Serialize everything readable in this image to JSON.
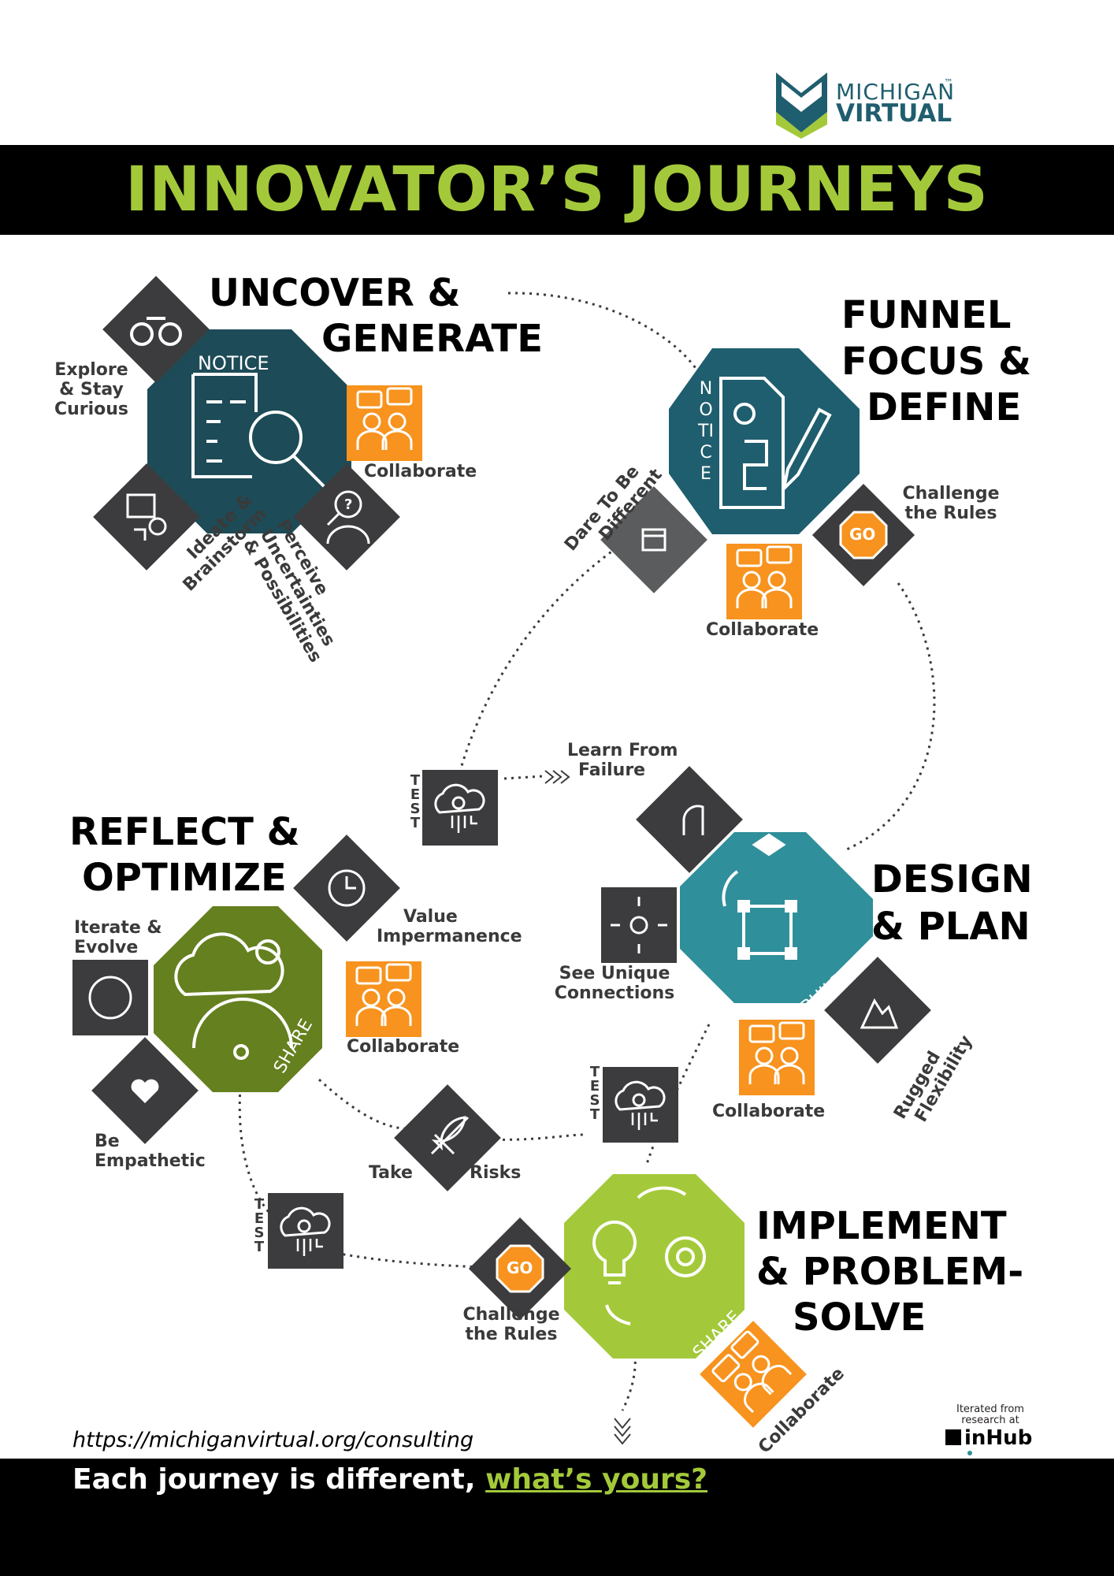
{
  "brand": {
    "line1": "MICHIGAN",
    "tm": "™",
    "line2": "VIRTUAL"
  },
  "title": "INNOVATOR’S JOURNEYS",
  "stages": {
    "uncover": {
      "line1": "UNCOVER &",
      "line2": "GENERATE",
      "tag": "NOTICE"
    },
    "funnel": {
      "line1": "FUNNEL",
      "line2": "FOCUS &",
      "line3": "DEFINE",
      "tag": "NOTICE"
    },
    "reflect": {
      "line1": "REFLECT &",
      "line2": "OPTIMIZE",
      "tag": "SHARE"
    },
    "design": {
      "line1": "DESIGN",
      "line2": "& PLAN",
      "tag": "BUILD"
    },
    "implement": {
      "line1": "IMPLEMENT",
      "line2": "& PROBLEM-",
      "line3": "SOLVE",
      "tag": "SHARE"
    }
  },
  "mindsets": {
    "explore": {
      "line1": "Explore",
      "line2": "& Stay",
      "line3": "Curious"
    },
    "collaborate": "Collaborate",
    "ideate": {
      "line1": "Ideate &",
      "line2": "Brainstorm"
    },
    "perceive": {
      "line1": "Perceive",
      "line2": "Uncertainties",
      "line3": "& Possibilities"
    },
    "dare": {
      "line1": "Dare To Be",
      "line2": "Different"
    },
    "challenge": {
      "line1": "Challenge",
      "line2": "the Rules"
    },
    "go": "GO",
    "learn": {
      "line1": "Learn From",
      "line2": "Failure"
    },
    "test": "TEST",
    "iterate": {
      "line1": "Iterate &",
      "line2": "Evolve"
    },
    "value": {
      "line1": "Value",
      "line2": "Impermanence"
    },
    "unique": {
      "line1": "See Unique",
      "line2": "Connections"
    },
    "rugged": {
      "line1": "Rugged",
      "line2": "Flexibility"
    },
    "empathetic": {
      "line1": "Be",
      "line2": "Empathetic"
    },
    "take": "Take",
    "risks": "Risks"
  },
  "footer": {
    "url": "https://michiganvirtual.org/consulting",
    "tagline": "Each journey is different, ",
    "tagline_link": "what’s yours?",
    "credit_line1": "Iterated from",
    "credit_line2": "research at",
    "credit_logo": "inHub"
  },
  "colors": {
    "teal_dark": "#1d4b57",
    "teal_mid": "#1f5e6e",
    "teal_light": "#2f8f9a",
    "olive": "#65801f",
    "lime": "#a3c93a",
    "orange": "#f7931e",
    "dark": "#3c3c3e"
  }
}
